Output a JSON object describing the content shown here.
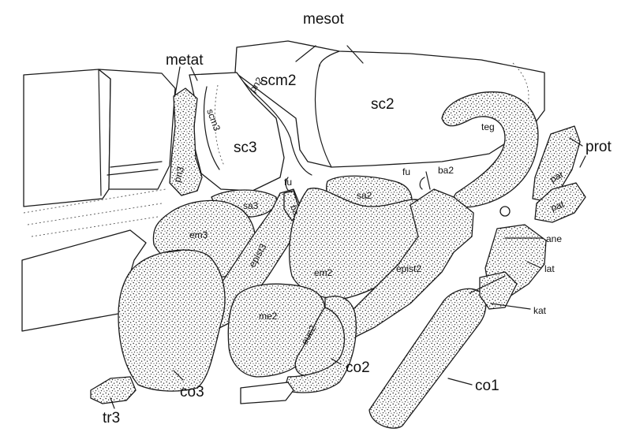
{
  "labels": {
    "mesot": "mesot",
    "metat": "metat",
    "prot": "prot",
    "scm3": "scm3",
    "pn2": "pn2",
    "scm2": "scm2",
    "sc2": "sc2",
    "sc3": "sc3",
    "teg": "teg",
    "pn3": "pn3",
    "fu_left": "fu",
    "fu_right": "fu",
    "ba2": "ba2",
    "ba3": "ba",
    "sa2": "sa2",
    "sa3": "sa3",
    "par": "par",
    "pat": "pat",
    "em3": "em3",
    "epist3": "epist3",
    "em2": "em2",
    "epist2": "epist2",
    "ane": "ane",
    "lat": "lat",
    "kat": "kat",
    "me2": "me2",
    "euc2": "euc2",
    "co2": "co2",
    "co3": "co3",
    "co1": "co1",
    "tr3": "tr3"
  }
}
